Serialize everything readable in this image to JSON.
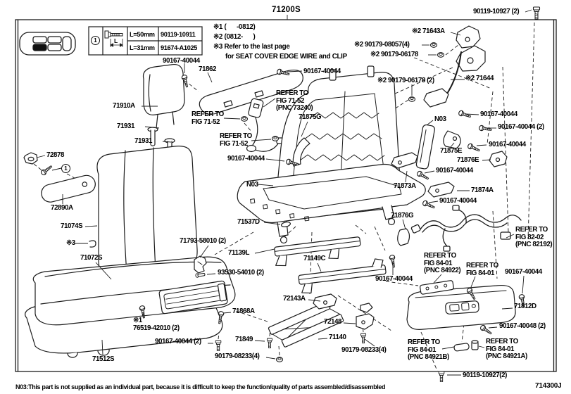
{
  "doc": {
    "title": "71200S",
    "doc_number": "714300J",
    "footnote": "N03:This part is not supplied as an individual part, because it is difficult to keep the function/quality of parts assembled/disassembled"
  },
  "colors": {
    "line": "#1b1b1b",
    "background": "#ffffff"
  },
  "icons": {
    "vehicle-icon": "top-view seat location map (front-left seat filled)",
    "index-marker": "circled-1",
    "bolt-icon": "hex flange bolt",
    "screw-icon": "pan head tapping screw",
    "nut-icon": "flange nut",
    "pin-icon": "push pin",
    "clip-icon": "spring clip"
  },
  "legend": {
    "index": "1",
    "dim_letter": "L",
    "rows": [
      {
        "len": "L=50mm",
        "part": "90119-10911"
      },
      {
        "len": "L=31mm",
        "part": "91674-A1025"
      }
    ]
  },
  "notes": {
    "n1": "※1 (      -0812)",
    "n2": "※2 (0812-      )",
    "n3": "※3 Refer to the last page",
    "n4": "for SEAT COVER EDGE WIRE and CLIP"
  },
  "labels": [
    {
      "text": "90119-10927 (2)"
    },
    {
      "text": "※2 71643A"
    },
    {
      "text": "※2 90179-08057(4)"
    },
    {
      "text": "※2 90179-06178"
    },
    {
      "text": "※2 90179-06178 (2)"
    },
    {
      "text": "※2 71644"
    },
    {
      "text": "90167-40044"
    },
    {
      "text": "71862"
    },
    {
      "text": "71910A"
    },
    {
      "text": "71931"
    },
    {
      "text": "71931"
    },
    {
      "text": "REFER TO\nFIG 71-52"
    },
    {
      "text": "REFER TO\nFIG 71-52"
    },
    {
      "text": "REFER TO\nFIG 71-52\n(PNC 73240)"
    },
    {
      "text": "90167-40044"
    },
    {
      "text": "71875G"
    },
    {
      "text": "90167-40044"
    },
    {
      "text": "N03"
    },
    {
      "text": "71537D"
    },
    {
      "text": "72878"
    },
    {
      "text": "72890A"
    },
    {
      "text": "71074S"
    },
    {
      "text": "※3"
    },
    {
      "text": "71072S"
    },
    {
      "text": "71793-58010 (2)"
    },
    {
      "text": "71139L"
    },
    {
      "text": "93530-54010 (2)"
    },
    {
      "text": "71149C"
    },
    {
      "text": "72143A"
    },
    {
      "text": "71868A"
    },
    {
      "text": "※1\n76519-42010 (2)"
    },
    {
      "text": "90167-40044 (2)"
    },
    {
      "text": "71512S"
    },
    {
      "text": "71849"
    },
    {
      "text": "90179-08233(4)"
    },
    {
      "text": "72148"
    },
    {
      "text": "71140"
    },
    {
      "text": "90179-08233(4)"
    },
    {
      "text": "90167-40044"
    },
    {
      "text": "N03"
    },
    {
      "text": "90167-40044 (2)"
    },
    {
      "text": "90167-40044"
    },
    {
      "text": "71875E"
    },
    {
      "text": "71876E"
    },
    {
      "text": "90167-40044"
    },
    {
      "text": "71873A"
    },
    {
      "text": "71874A"
    },
    {
      "text": "90167-40044"
    },
    {
      "text": "71876G"
    },
    {
      "text": "REFER TO\nFIG 82-02\n(PNC 82192)"
    },
    {
      "text": "REFER TO\nFIG 84-01\n(PNC 84922)"
    },
    {
      "text": "REFER TO\nFIG 84-01"
    },
    {
      "text": "90167-40044"
    },
    {
      "text": "90167-40044"
    },
    {
      "text": "71812D"
    },
    {
      "text": "90167-40048 (2)"
    },
    {
      "text": "REFER TO\nFIG 84-01\n(PNC 84921B)"
    },
    {
      "text": "REFER TO\nFIG 84-01\n(PNC 84921A)"
    },
    {
      "text": "90119-10927(2)"
    }
  ]
}
